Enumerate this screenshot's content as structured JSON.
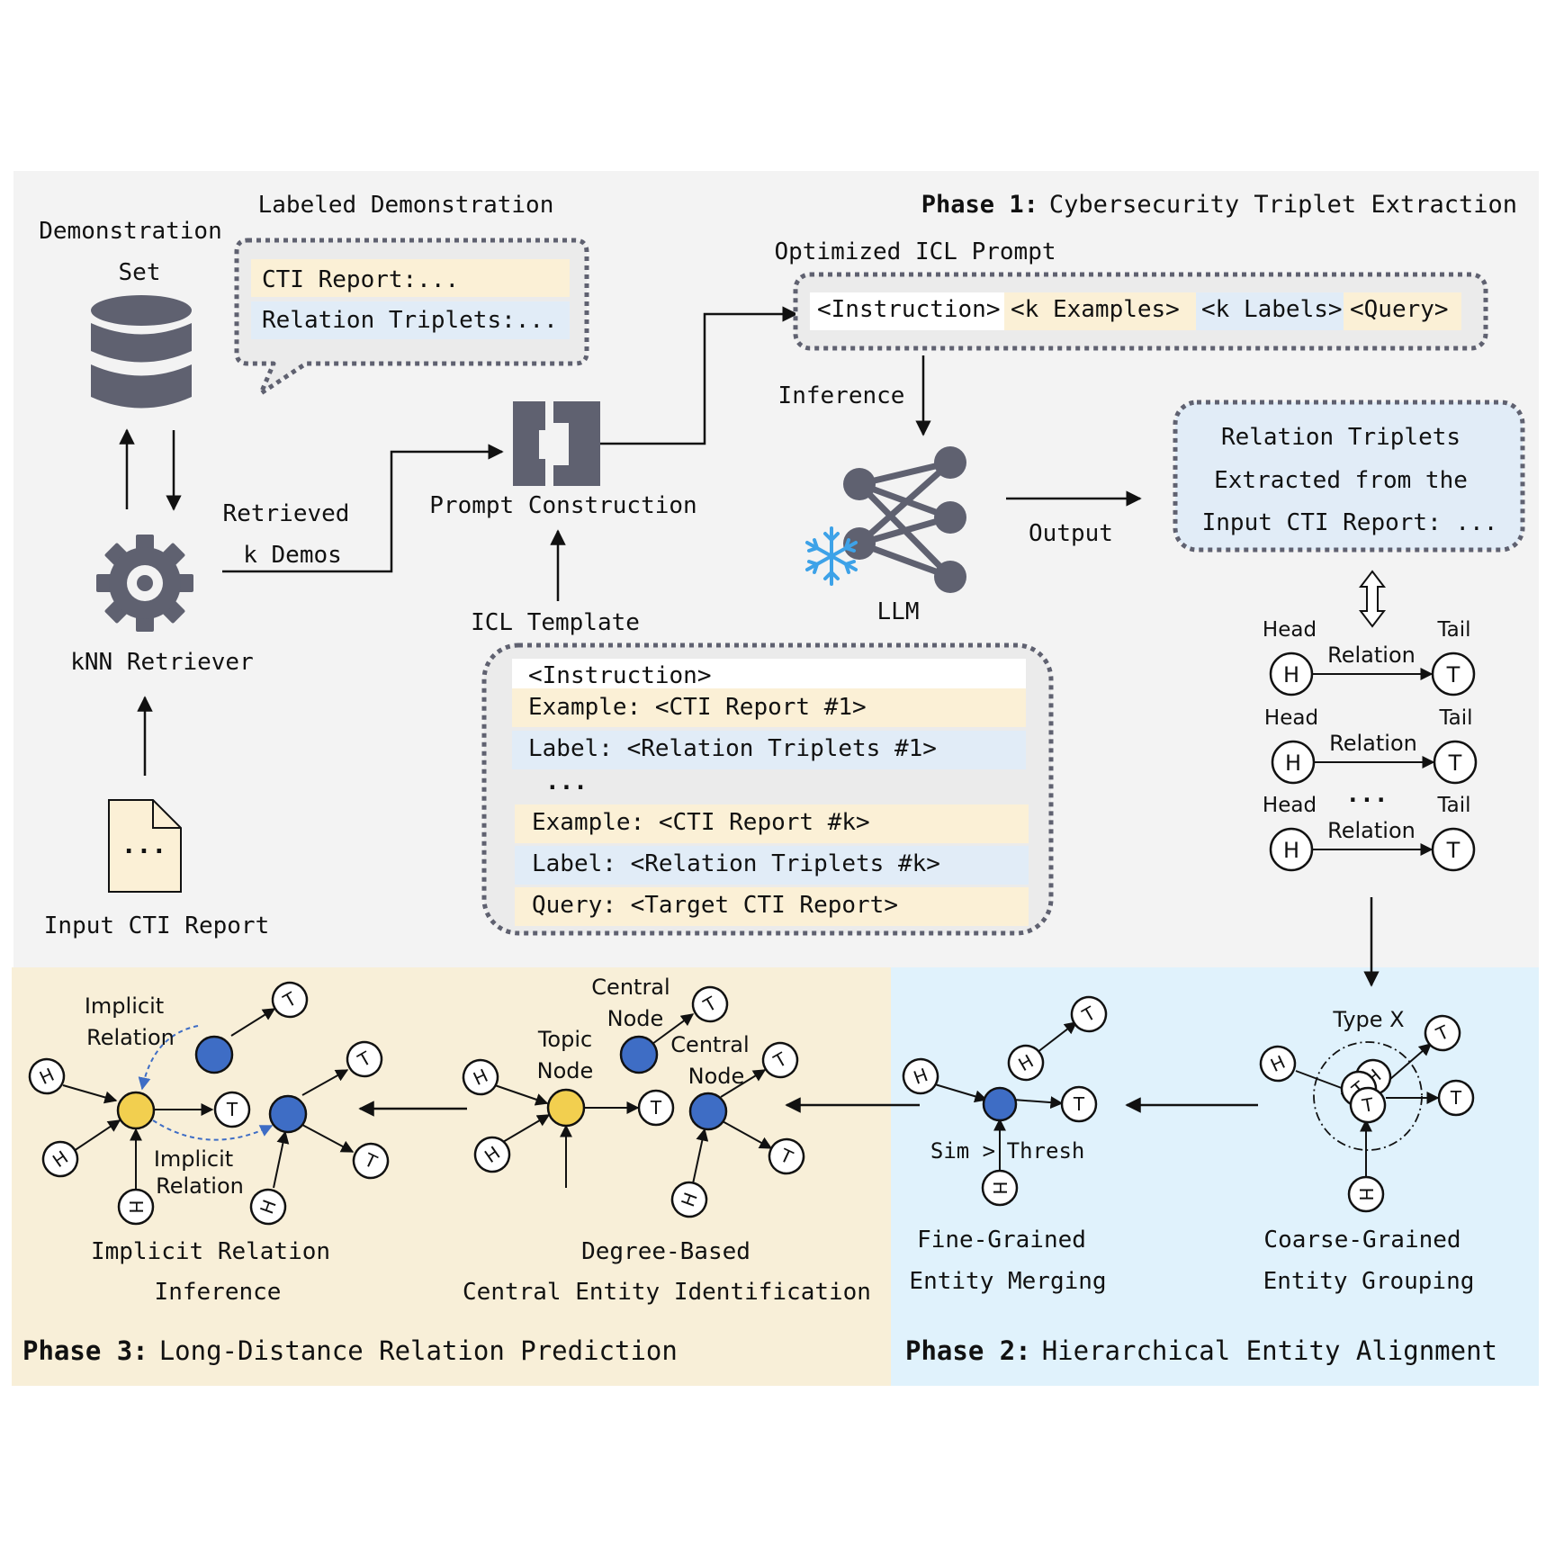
{
  "phase1": {
    "bold": "Phase 1:",
    "title": "Cybersecurity Triplet Extraction"
  },
  "phase2": {
    "bold": "Phase 2:",
    "title": "Hierarchical Entity Alignment"
  },
  "phase3": {
    "bold": "Phase 3:",
    "title": "Long-Distance Relation Prediction"
  },
  "demo_set": {
    "line1": "Demonstration",
    "line2": "Set"
  },
  "labeled_demo": {
    "title": "Labeled Demonstration",
    "row1": "CTI Report:...",
    "row2": "Relation Triplets:..."
  },
  "knn": {
    "label": "kNN Retriever"
  },
  "input_report": {
    "label": "Input CTI Report",
    "glyph": "..."
  },
  "retrieved": {
    "line1": "Retrieved",
    "line2": "k Demos"
  },
  "prompt_construction": {
    "label": "Prompt Construction"
  },
  "icl_template": {
    "title": "ICL Template",
    "rows": [
      "<Instruction>",
      "Example: <CTI Report #1>",
      "Label: <Relation Triplets #1>",
      "...",
      "Example: <CTI Report #k>",
      "Label: <Relation Triplets #k>",
      "Query: <Target CTI Report>"
    ]
  },
  "optimized_prompt": {
    "title": "Optimized ICL Prompt",
    "parts": [
      "<Instruction>",
      "<k Examples>",
      "<k Labels>",
      "<Query>"
    ]
  },
  "inference": "Inference",
  "llm": "LLM",
  "output": "Output",
  "extracted": {
    "line1": "Relation Triplets",
    "line2": "Extracted from the",
    "line3": "Input CTI Report: ..."
  },
  "triplets": {
    "head": "Head",
    "tail": "Tail",
    "relation": "Relation",
    "h": "H",
    "t": "T",
    "dots": "..."
  },
  "phase2_panels": {
    "coarse": {
      "line1": "Coarse-Grained",
      "line2": "Entity Grouping",
      "type": "Type X"
    },
    "fine": {
      "line1": "Fine-Grained",
      "line2": "Entity Merging",
      "sim": "Sim >",
      "thresh": "Thresh"
    }
  },
  "phase3_panels": {
    "central": {
      "line1": "Degree-Based",
      "line2": "Central Entity Identification",
      "topic1": "Topic",
      "topic2": "Node",
      "c1a": "Central",
      "c1b": "Node",
      "c2a": "Central",
      "c2b": "Node"
    },
    "implicit": {
      "line1": "Implicit Relation",
      "line2": "Inference",
      "lab1a": "Implicit",
      "lab1b": "Relation",
      "lab2a": "Implicit",
      "lab2b": "Relation"
    }
  },
  "colors": {
    "gray_bg": "#f3f3f3",
    "yellow_bg": "#f8efd8",
    "blue_bg": "#e0f2fc",
    "icon": "#5f6170",
    "row_yellow": "#fbf0d6",
    "row_blue": "#e1ecf7",
    "node_yellow": "#f2cf4f",
    "node_blue": "#3e6dc5",
    "snow": "#3da2e8"
  }
}
